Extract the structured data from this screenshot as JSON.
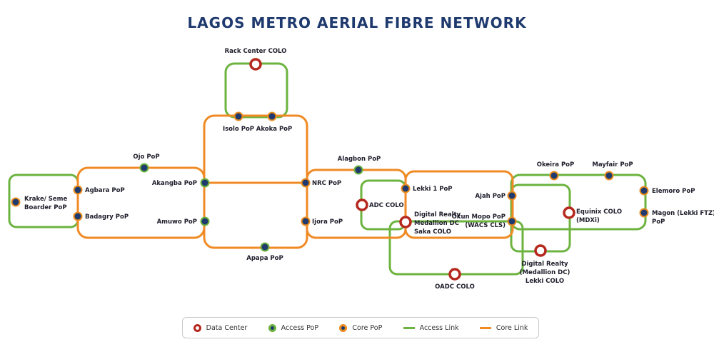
{
  "title": "LAGOS METRO AERIAL FIBRE NETWORK",
  "colors": {
    "core_link": "#f08a24",
    "access_link": "#6cb33f",
    "node_fill": "#1f3a6e",
    "data_center_ring": "#b5281d",
    "title": "#1f3a6e"
  },
  "legend": {
    "data_center": "Data Center",
    "access_pop": "Access PoP",
    "core_pop": "Core PoP",
    "access_link": "Access Link",
    "core_link": "Core Link"
  },
  "nodes": [
    {
      "id": "rack-center",
      "label": "Rack Center COLO",
      "type": "data_center"
    },
    {
      "id": "isolo",
      "label": "Isolo PoP",
      "type": "core"
    },
    {
      "id": "akoka",
      "label": "Akoka PoP",
      "type": "core"
    },
    {
      "id": "ojo",
      "label": "Ojo PoP",
      "type": "access"
    },
    {
      "id": "akangba",
      "label": "Akangba PoP",
      "type": "access"
    },
    {
      "id": "nrc",
      "label": "NRC PoP",
      "type": "core"
    },
    {
      "id": "agbara",
      "label": "Agbara PoP",
      "type": "core"
    },
    {
      "id": "badagry",
      "label": "Badagry PoP",
      "type": "core"
    },
    {
      "id": "krake",
      "label_lines": [
        "Krake/ Seme",
        "Boarder PoP"
      ],
      "type": "core"
    },
    {
      "id": "amuwo",
      "label": "Amuwo PoP",
      "type": "access"
    },
    {
      "id": "ijora",
      "label": "Ijora PoP",
      "type": "core"
    },
    {
      "id": "apapa",
      "label": "Apapa PoP",
      "type": "access"
    },
    {
      "id": "alagbon",
      "label": "Alagbon PoP",
      "type": "access"
    },
    {
      "id": "lekki1",
      "label": "Lekki 1 PoP",
      "type": "core"
    },
    {
      "id": "adc",
      "label": "ADC COLO",
      "type": "data_center"
    },
    {
      "id": "digital-realty-saka",
      "label_lines": [
        "Digital Realty",
        "Medallion DC",
        "Saka COLO"
      ],
      "type": "data_center"
    },
    {
      "id": "ajah",
      "label": "Ajah PoP",
      "type": "core"
    },
    {
      "id": "okun-mopo",
      "label_lines": [
        "Okun Mopo PoP",
        "(WACS CLS)"
      ],
      "type": "core"
    },
    {
      "id": "okeira",
      "label": "Okeira PoP",
      "type": "core"
    },
    {
      "id": "mayfair",
      "label": "Mayfair PoP",
      "type": "core"
    },
    {
      "id": "elemoro",
      "label": "Elemoro PoP",
      "type": "core"
    },
    {
      "id": "magon",
      "label_lines": [
        "Magon (Lekki FTZ)",
        "PoP"
      ],
      "type": "core"
    },
    {
      "id": "equinix",
      "label_lines": [
        "Equinix COLO",
        "(MDXi)"
      ],
      "type": "data_center"
    },
    {
      "id": "digital-realty-lekki",
      "label_lines": [
        "Digital Realty",
        "(Medallion DC)",
        "Lekki COLO"
      ],
      "type": "data_center"
    },
    {
      "id": "oadc",
      "label": "OADC COLO",
      "type": "data_center"
    }
  ]
}
